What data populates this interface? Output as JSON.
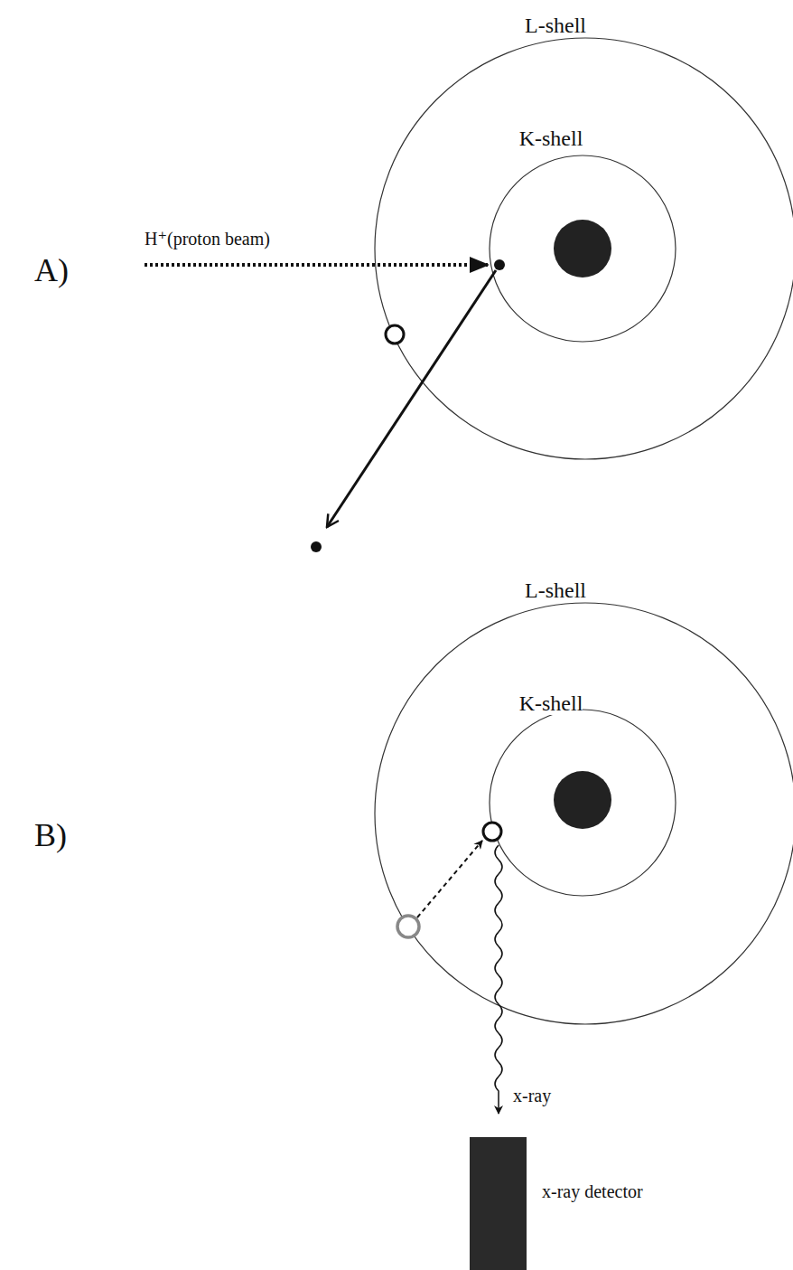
{
  "diagram": {
    "labels": [
      "L-shell",
      "K-shell",
      "H⁺(proton beam)",
      "A)",
      "L-shell",
      "K-shell",
      "B)",
      "x-ray",
      "x-ray detector"
    ]
  }
}
